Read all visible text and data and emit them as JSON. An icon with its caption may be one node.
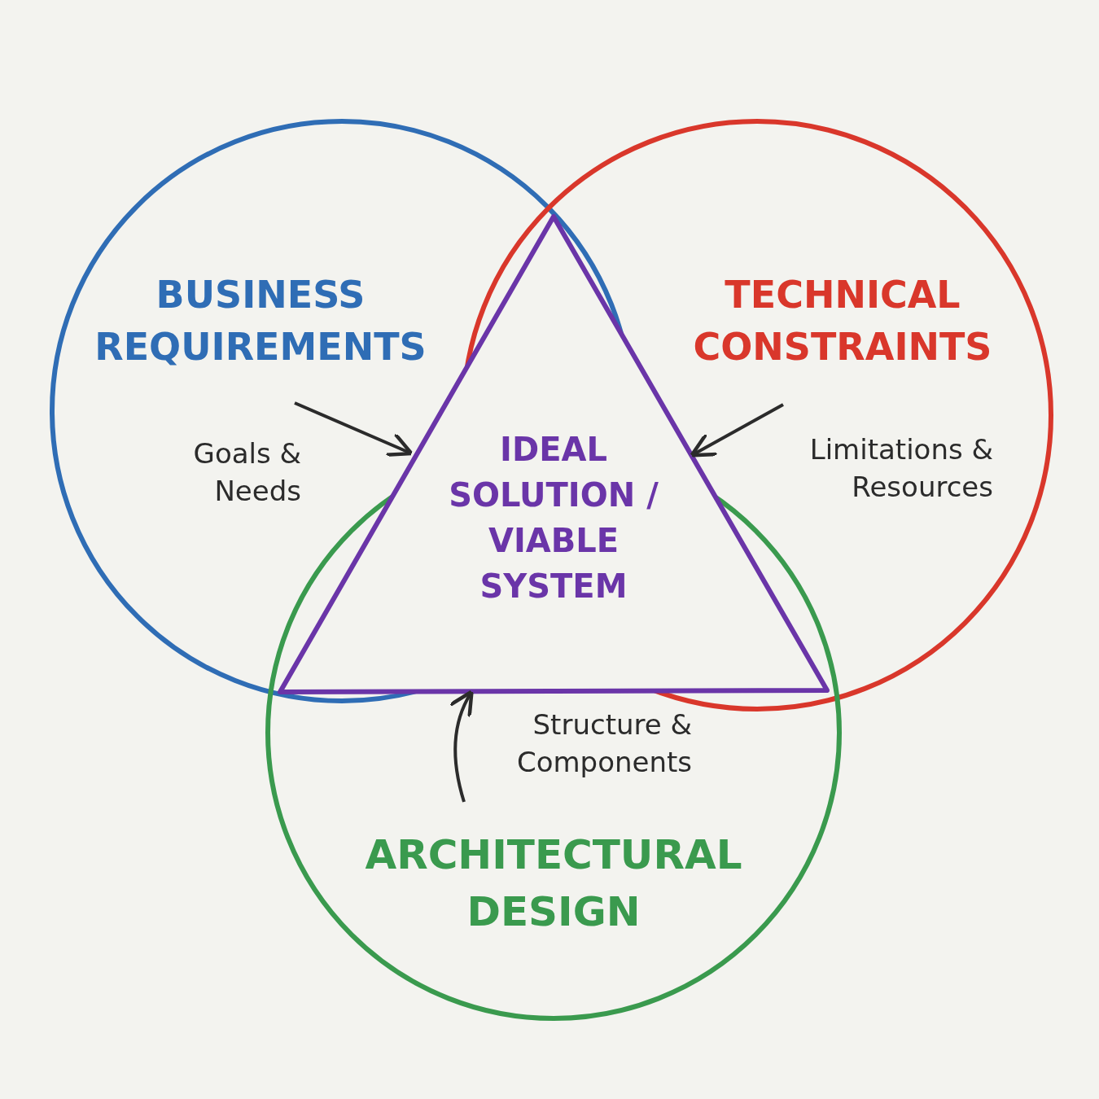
{
  "diagram": {
    "nodes": [
      {
        "text": [
          "BUSINESS REQUIREMENTS"
        ]
      },
      {
        "text": [
          "TECHNICAL CONSTRAINTS"
        ]
      },
      {
        "text": [
          "ARCHITECTURAL DESIGN"
        ]
      },
      {
        "text": [
          "IDEAL SOLUTION / VIABLE SYSTEM"
        ]
      }
    ],
    "edges": [
      {
        "from": 0,
        "to": 3,
        "arrow": "to",
        "label": "Goals & Needs"
      },
      {
        "from": 1,
        "to": 3,
        "arrow": "to",
        "label": "Limitations & Resources"
      },
      {
        "from": 2,
        "to": 3,
        "arrow": "to",
        "label": "Structure & Components"
      }
    ]
  }
}
